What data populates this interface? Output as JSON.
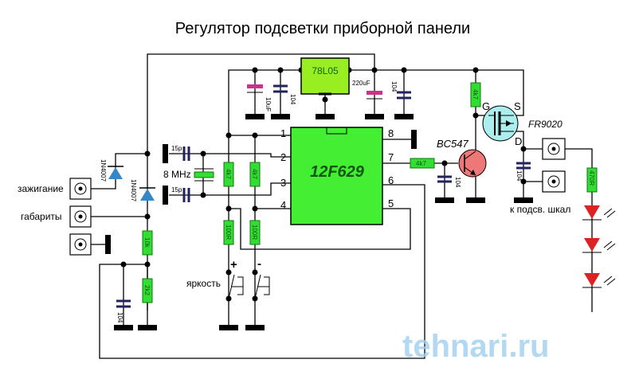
{
  "title": "Регулятор подсветки приборной панели",
  "watermark": "tehnari.ru",
  "regulator": "78L05",
  "mcu": {
    "name": "12F629",
    "pins_left": [
      "1",
      "2",
      "3",
      "4"
    ],
    "pins_right": [
      "8",
      "7",
      "6",
      "5"
    ]
  },
  "transistor": "BC547",
  "mosfet": {
    "name": "FR9020",
    "gate": "G",
    "source": "S",
    "drain": "D"
  },
  "diodes": [
    "1N4007",
    "1N4007"
  ],
  "crystal": "8 MHz",
  "capacitors": {
    "c_10uF": "10uF",
    "c_104_a": "104",
    "c_220uF": "220uF",
    "c_104_b": "104",
    "c_15p_a": "15p",
    "c_15p_b": "15p",
    "c_104_in": "104",
    "c_104_base": "104",
    "c_104_out": "104"
  },
  "resistors": {
    "r_4k7_a": "4k7",
    "r_4k7_b": "4k7",
    "r_100R_a": "100R",
    "r_100R_b": "100R",
    "r_10k": "10k",
    "r_2k2": "2k2",
    "r_4k7_base": "4k7",
    "r_4k7_gate": "4k7",
    "r_470R": "470R"
  },
  "labels": {
    "ignition": "зажигание",
    "sidelights": "габариты",
    "brightness": "яркость",
    "plus": "+",
    "minus": "-",
    "scale_light": "к подсв. шкал"
  }
}
